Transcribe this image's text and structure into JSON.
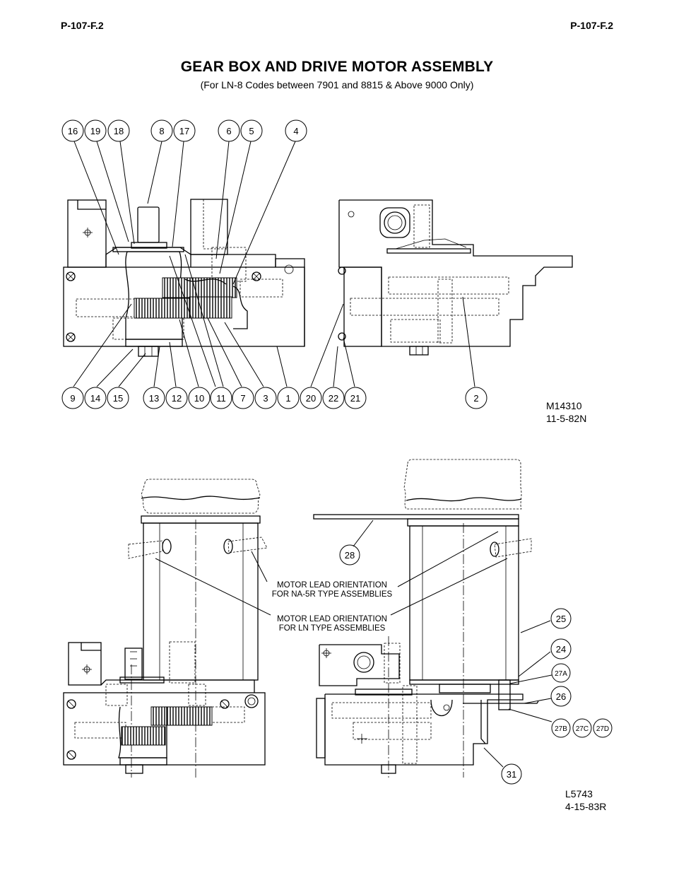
{
  "header": {
    "left_code": "P-107-F.2",
    "right_code": "P-107-F.2"
  },
  "title": "GEAR BOX AND DRIVE MOTOR ASSEMBLY",
  "subtitle": "(For LN-8 Codes between 7901 and 8815 & Above 9000 Only)",
  "upper_drawing": {
    "top_callouts": [
      "16",
      "19",
      "18",
      "8",
      "17",
      "6",
      "5",
      "4"
    ],
    "bottom_callouts": [
      "9",
      "14",
      "15",
      "13",
      "12",
      "10",
      "11",
      "7",
      "3",
      "1",
      "20",
      "22",
      "21",
      "2"
    ],
    "drawing_number": "M14310",
    "drawing_date": "11-5-82N"
  },
  "lower_drawing": {
    "callouts": [
      "28",
      "25",
      "24",
      "27A",
      "26",
      "27B",
      "27C",
      "27D",
      "31"
    ],
    "note_na5r_line1": "MOTOR LEAD ORIENTATION",
    "note_na5r_line2": "FOR NA-5R TYPE ASSEMBLIES",
    "note_ln_line1": "MOTOR LEAD ORIENTATION",
    "note_ln_line2": "FOR LN TYPE ASSEMBLIES",
    "drawing_number": "L5743",
    "drawing_date": "4-15-83R"
  }
}
